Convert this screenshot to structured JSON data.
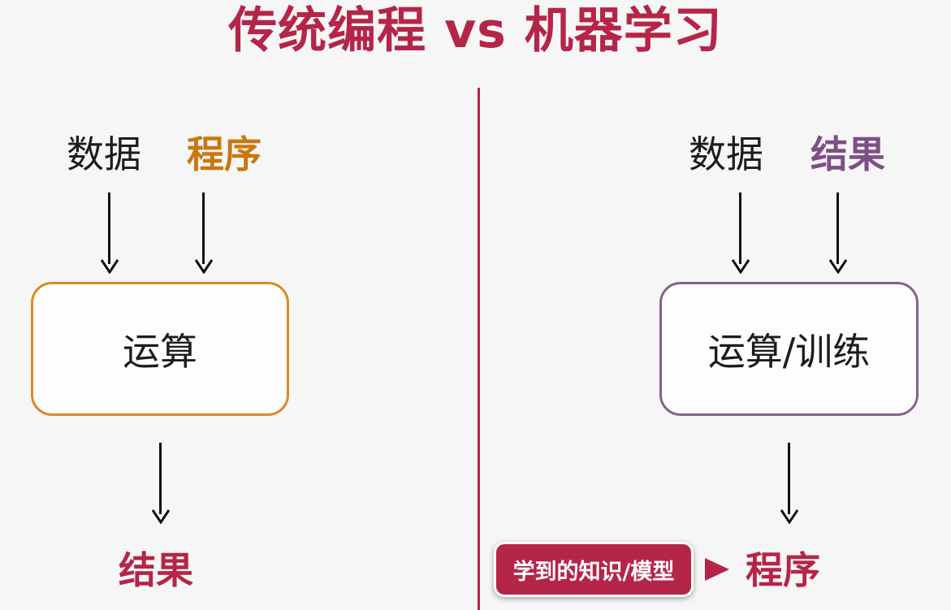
{
  "title": "传统编程 vs 机器学习",
  "colors": {
    "accent": "#b52548",
    "orange": "#c9770e",
    "purple": "#7e4f86",
    "box_left_border": "#d98a23",
    "box_right_border": "#86608e"
  },
  "left": {
    "input_data": "数据",
    "input_program": "程序",
    "process": "运算",
    "output": "结果"
  },
  "right": {
    "input_data": "数据",
    "input_result": "结果",
    "process": "运算/训练",
    "output": "程序",
    "output_tag": "学到的知识/模型"
  }
}
